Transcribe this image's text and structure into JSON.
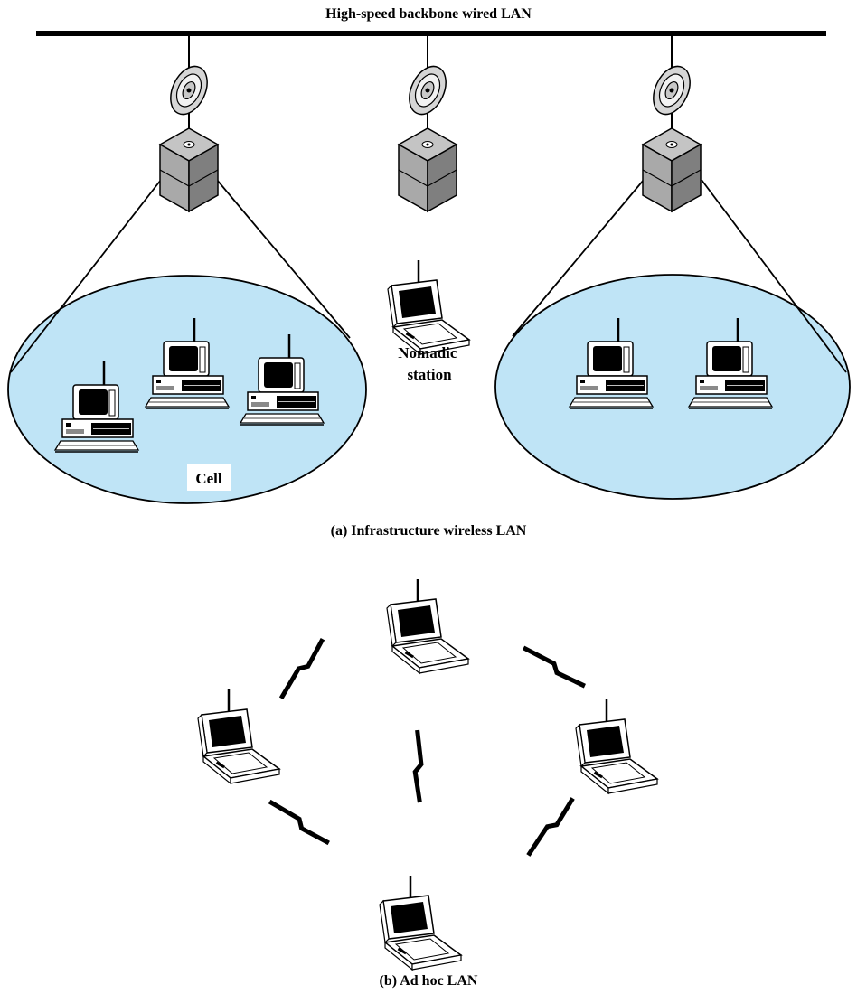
{
  "backbone": {
    "label": "High-speed backbone wired LAN"
  },
  "infrastructure": {
    "nomadic_label_line1": "Nomadic",
    "nomadic_label_line2": "station",
    "cell_label": "Cell",
    "caption": "(a) Infrastructure wireless LAN"
  },
  "adhoc": {
    "caption": "(b) Ad hoc LAN"
  },
  "colors": {
    "cell_fill": "#bfe4f6",
    "access_point_gray": "#8a8a8a",
    "line": "#000000"
  },
  "icons": {
    "access_point": "access-point-antenna-icon",
    "desktop": "desktop-computer-icon",
    "laptop": "laptop-icon",
    "link": "wireless-link-icon"
  }
}
